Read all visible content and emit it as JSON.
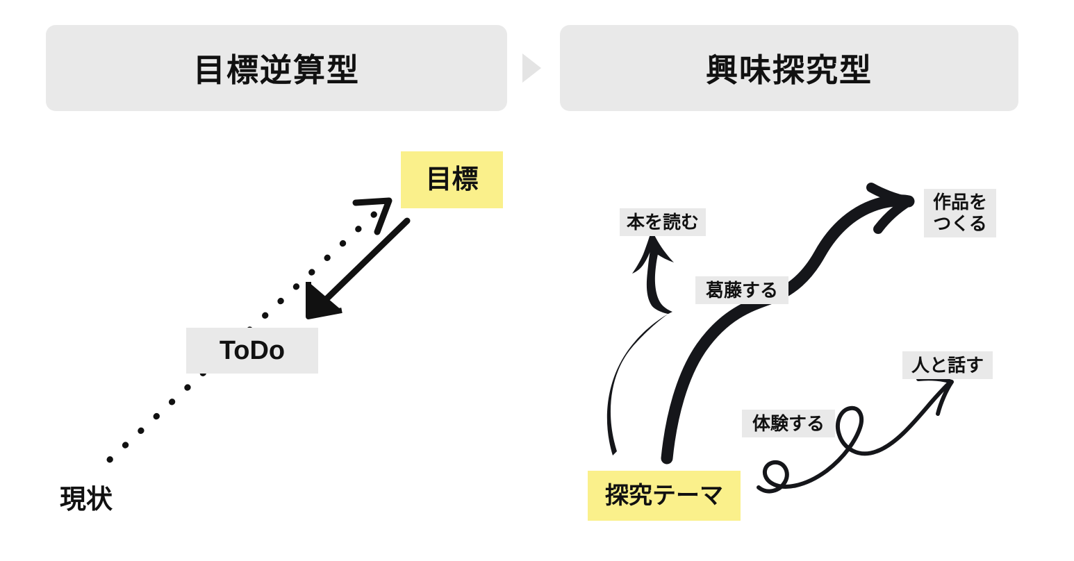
{
  "headers": {
    "left": "目標逆算型",
    "right": "興味探究型",
    "separator_icon": "triangle-right-icon"
  },
  "left_panel": {
    "nodes": [
      {
        "id": "goal",
        "label": "目標",
        "style": "yellow"
      },
      {
        "id": "todo",
        "label": "ToDo",
        "style": "gray"
      },
      {
        "id": "current",
        "label": "現状",
        "style": "plain"
      }
    ],
    "connectors": [
      {
        "id": "dotted-path",
        "icon": "dotted-arrow-up-right-icon",
        "from": "現状",
        "to": "目標",
        "style": "dotted"
      },
      {
        "id": "solid-backarrow",
        "icon": "double-headed-arrow-icon",
        "from": "目標",
        "to": "ToDo",
        "style": "solid"
      }
    ]
  },
  "right_panel": {
    "nodes": [
      {
        "id": "theme",
        "label": "探究テーマ",
        "style": "yellow"
      },
      {
        "id": "read",
        "label": "本を読む",
        "style": "gray"
      },
      {
        "id": "conflict",
        "label": "葛藤する",
        "style": "gray"
      },
      {
        "id": "create",
        "label": "作品を\nつくる",
        "style": "gray"
      },
      {
        "id": "talk",
        "label": "人と話す",
        "style": "gray"
      },
      {
        "id": "exp",
        "label": "体験する",
        "style": "gray"
      }
    ],
    "connectors": [
      {
        "id": "brush-to-read",
        "icon": "curved-brush-arrow-up-icon",
        "to": "本を読む"
      },
      {
        "id": "brush-to-create",
        "icon": "thick-s-curve-arrow-icon",
        "to": "作品をつくる"
      },
      {
        "id": "loop-to-talk",
        "icon": "looping-curly-arrow-icon",
        "to": "人と話す"
      }
    ]
  },
  "colors": {
    "background": "#ffffff",
    "gray_box": "#e9e9e9",
    "yellow_highlight": "#faf08b",
    "ink": "#111111",
    "separator": "#e4e4e4"
  }
}
